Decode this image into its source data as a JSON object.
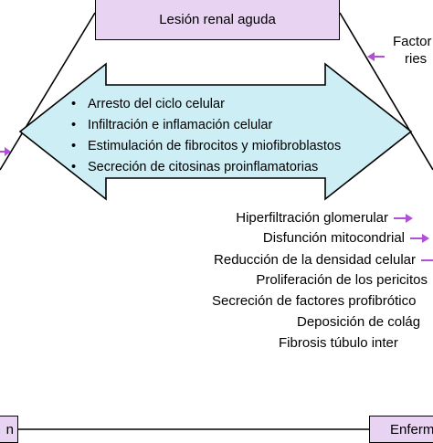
{
  "top_box": {
    "label": "Lesión renal aguda"
  },
  "factors_label_line1": "Factor",
  "factors_label_line2": "ries",
  "central_arrow": {
    "items": [
      "Arresto del ciclo celular",
      "Infiltración e inflamación celular",
      "Estimulación de fibrocitos y miofibroblastos",
      "Secreción de citosinas proinflamatorias"
    ]
  },
  "right_list": {
    "items": [
      {
        "label": "Hiperfiltración glomerular",
        "has_arrow": true
      },
      {
        "label": "Disfunción mitocondrial",
        "has_arrow": true
      },
      {
        "label": "Reducción de la densidad celular",
        "has_arrow": true
      },
      {
        "label": "Proliferación de los pericitos",
        "has_arrow": false
      },
      {
        "label": "Secreción de factores profibrótico",
        "has_arrow": false
      },
      {
        "label": "Deposición de colág",
        "has_arrow": false
      },
      {
        "label": "Fibrosis túbulo inter",
        "has_arrow": false
      }
    ]
  },
  "bottom_left_box": {
    "label": "n"
  },
  "bottom_right_box": {
    "label": "Enferm"
  },
  "colors": {
    "box_fill": "#e8d3f2",
    "arrow_fill": "#cdeef5",
    "accent_arrow": "#b24fd6"
  }
}
